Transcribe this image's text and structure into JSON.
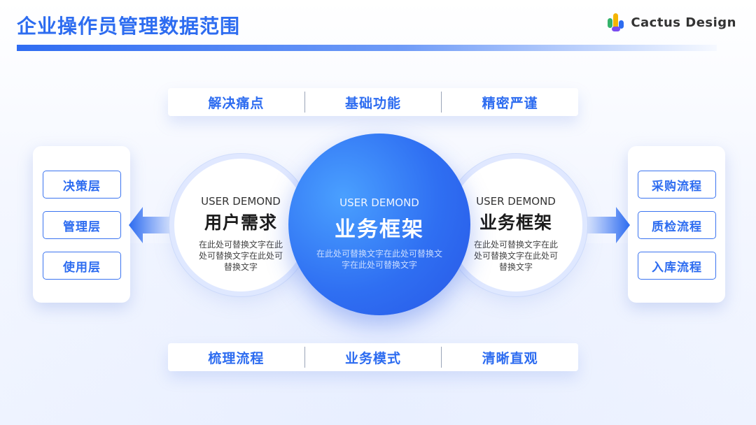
{
  "title": "企业操作员管理数据范围",
  "logo": {
    "text": "Cactus Design",
    "icon": "cactus-logo-icon"
  },
  "top_tags": [
    "解决痛点",
    "基础功能",
    "精密严谨"
  ],
  "bottom_tags": [
    "梳理流程",
    "业务模式",
    "清晰直观"
  ],
  "left_panel": {
    "items": [
      "决策层",
      "管理层",
      "使用层"
    ]
  },
  "right_panel": {
    "items": [
      "采购流程",
      "质检流程",
      "入库流程"
    ]
  },
  "circles": {
    "left": {
      "en": "USER DEMOND",
      "cn": "用户需求",
      "desc": "在此处可替换文字在此处可替换文字在此处可替换文字"
    },
    "center": {
      "en": "USER DEMOND",
      "cn": "业务框架",
      "desc": "在此处可替换文字在此处可替换文字在此处可替换文字"
    },
    "right": {
      "en": "USER DEMOND",
      "cn": "业务框架",
      "desc": "在此处可替换文字在此处可替换文字在此处可替换文字"
    }
  },
  "colors": {
    "accent": "#2d6cf0",
    "main_circle": "#2f6ff2",
    "text_dark": "#1c1c1c"
  }
}
